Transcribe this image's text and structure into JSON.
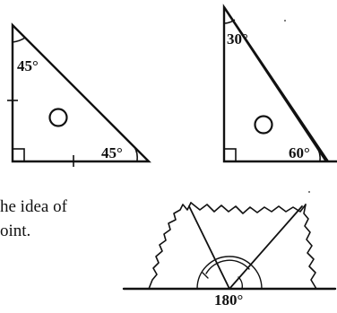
{
  "triangle_left": {
    "angle_top": "45°",
    "angle_right": "45°"
  },
  "triangle_right": {
    "angle_top": "30°",
    "angle_right": "60°"
  },
  "torn_triangle": {
    "angle_sum": "180°"
  },
  "caption": {
    "line_1": "he idea of",
    "line_2": "oint."
  }
}
